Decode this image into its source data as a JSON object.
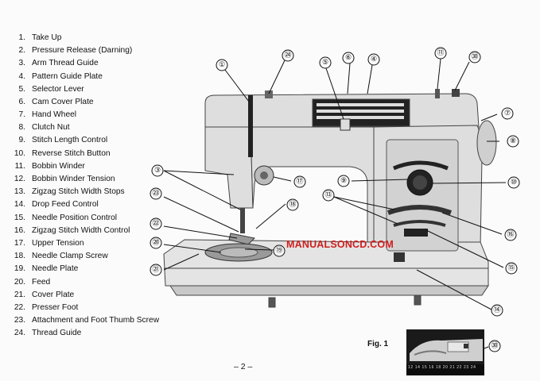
{
  "parts": [
    {
      "num": "1.",
      "name": "Take Up"
    },
    {
      "num": "2.",
      "name": "Pressure Release (Darning)"
    },
    {
      "num": "3.",
      "name": "Arm Thread Guide"
    },
    {
      "num": "4.",
      "name": "Pattern Guide Plate"
    },
    {
      "num": "5.",
      "name": "Selector Lever"
    },
    {
      "num": "6.",
      "name": "Cam Cover Plate"
    },
    {
      "num": "7.",
      "name": "Hand Wheel"
    },
    {
      "num": "8.",
      "name": "Clutch Nut"
    },
    {
      "num": "9.",
      "name": "Stitch Length Control"
    },
    {
      "num": "10.",
      "name": "Reverse Stitch Button"
    },
    {
      "num": "11.",
      "name": "Bobbin Winder"
    },
    {
      "num": "12.",
      "name": "Bobbin Winder Tension"
    },
    {
      "num": "13.",
      "name": "Zigzag Stitch Width Stops"
    },
    {
      "num": "14.",
      "name": "Drop Feed Control"
    },
    {
      "num": "15.",
      "name": "Needle Position Control"
    },
    {
      "num": "16.",
      "name": "Zigzag Stitch Width Control"
    },
    {
      "num": "17.",
      "name": "Upper Tension"
    },
    {
      "num": "18.",
      "name": "Needle Clamp Screw"
    },
    {
      "num": "19.",
      "name": "Needle Plate"
    },
    {
      "num": "20.",
      "name": "Feed"
    },
    {
      "num": "21.",
      "name": "Cover Plate"
    },
    {
      "num": "22.",
      "name": "Presser Foot"
    },
    {
      "num": "23.",
      "name": "Attachment and Foot Thumb Screw"
    },
    {
      "num": "24.",
      "name": "Thread Guide"
    }
  ],
  "callouts": {
    "c1": "①",
    "c24": "㉔",
    "c5": "⑤",
    "c6": "⑥",
    "c4": "④",
    "c11": "⑪",
    "c30": "㉚",
    "c7": "⑦",
    "c8": "⑧",
    "c3": "③",
    "c17": "⑰",
    "c9": "⑨",
    "c10": "⑩",
    "c23": "㉓",
    "c18": "⑱",
    "c13": "⑬",
    "c22": "㉒",
    "c16": "⑯",
    "c20": "⑳",
    "c19": "⑲",
    "c15": "⑮",
    "c21": "㉑",
    "c14": "⑭",
    "c30b": "㉚"
  },
  "watermark": "MANUALSONCD.COM",
  "figure_label": "Fig. 1",
  "page_number": "– 2 –",
  "thumbnail_scale": "12 14 15 16 18 20 21 22 23 24"
}
